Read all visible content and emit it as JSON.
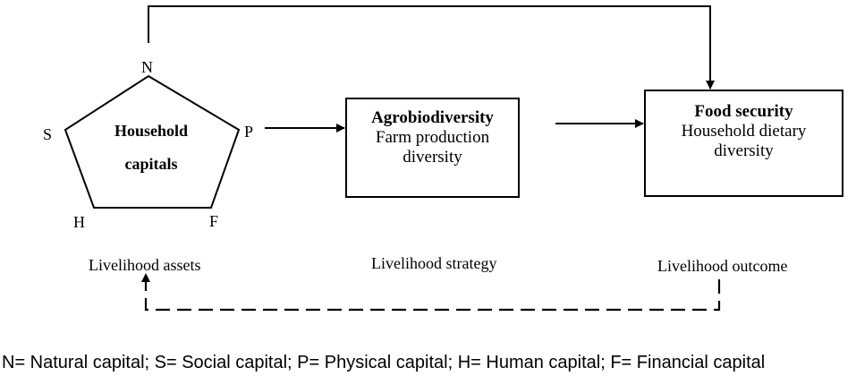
{
  "pentagon": {
    "vertices": {
      "n": "N",
      "p": "P",
      "f": "F",
      "h": "H",
      "s": "S"
    },
    "center_line1": "Household",
    "center_line2": "capitals"
  },
  "boxes": {
    "agrobiodiversity": {
      "title": "Agrobiodiversity",
      "line1": "Farm production",
      "line2": "diversity"
    },
    "food_security": {
      "title": "Food security",
      "line1": "Household dietary",
      "line2": "diversity"
    }
  },
  "stage_labels": {
    "assets": "Livelihood assets",
    "strategy": "Livelihood strategy",
    "outcome": "Livelihood outcome"
  },
  "legend": "N= Natural capital; S= Social capital; P= Physical capital; H= Human capital; F= Financial capital"
}
